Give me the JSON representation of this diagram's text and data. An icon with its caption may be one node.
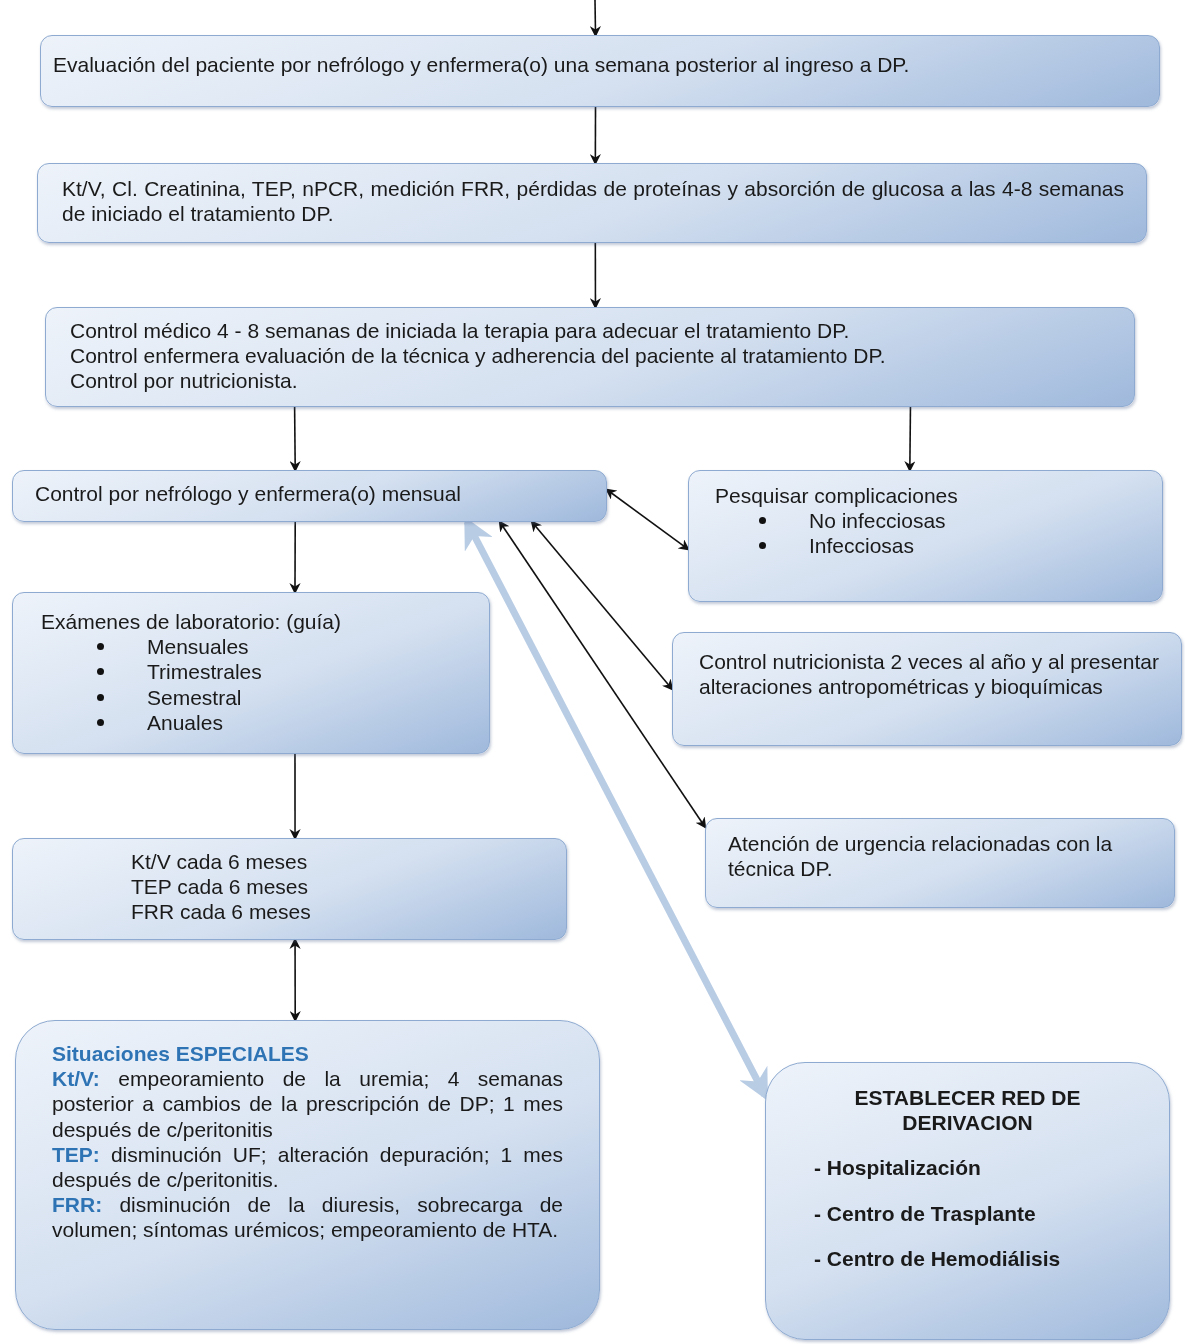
{
  "diagram": {
    "nodes": [
      {
        "text": [
          "Evaluación del paciente por nefrólogo y enfermera(o) una semana posterior al ingreso a DP."
        ]
      },
      {
        "text": [
          "Kt/V, Cl. Creatinina, TEP, nPCR, medición FRR, pérdidas de proteínas y absorción de glucosa a las 4-8 semanas de iniciado el tratamiento DP."
        ]
      },
      {
        "text": [
          "Control médico 4 - 8 semanas de iniciada la terapia  para adecuar el tratamiento DP.",
          "Control enfermera  evaluación de la técnica y adherencia del paciente al tratamiento DP.",
          "Control por nutricionista."
        ]
      },
      {
        "text": [
          "Control por nefrólogo y enfermera(o) mensual"
        ]
      },
      {
        "text": [
          "Pesquisar  complicaciones",
          "No infecciosas",
          "Infecciosas"
        ]
      },
      {
        "text": [
          "Exámenes de laboratorio: (guía)",
          "Mensuales",
          "Trimestrales",
          "Semestral",
          "Anuales"
        ]
      },
      {
        "text": [
          "Control nutricionista 2 veces al año y al presentar alteraciones antropométricas y bioquímicas"
        ]
      },
      {
        "text": [
          "Kt/V cada 6 meses",
          "TEP cada 6 meses",
          "FRR cada 6 meses"
        ]
      },
      {
        "text": [
          "Atención de urgencia relacionadas con la técnica DP."
        ]
      },
      {
        "text": [
          "Situaciones ESPECIALES",
          "**Kt/V:** empeoramiento de la uremia; 4 semanas posterior a cambios de la prescripción de DP; 1 mes después de c/peritonitis",
          "**TEP:** disminución UF; alteración depuración; 1 mes después de c/peritonitis.",
          "**FRR:** disminución de la diuresis, sobrecarga de volumen; síntomas urémicos; empeoramiento de HTA."
        ]
      },
      {
        "text": [
          "ESTABLECER RED DE DERIVACION",
          "- Hospitalización",
          "- Centro de Trasplante",
          "- Centro de Hemodiálisis"
        ]
      }
    ],
    "edges": [
      {
        "from": null,
        "to": 0,
        "arrow": "to"
      },
      {
        "from": 0,
        "to": 1,
        "arrow": "to"
      },
      {
        "from": 1,
        "to": 2,
        "arrow": "to"
      },
      {
        "from": 2,
        "to": 3,
        "arrow": "to"
      },
      {
        "from": 2,
        "to": 4,
        "arrow": "to"
      },
      {
        "from": 3,
        "to": 4,
        "arrow": "both"
      },
      {
        "from": 3,
        "to": 6,
        "arrow": "both"
      },
      {
        "from": 3,
        "to": 8,
        "arrow": "both"
      },
      {
        "from": 3,
        "to": 5,
        "arrow": "to"
      },
      {
        "from": 5,
        "to": 7,
        "arrow": "to"
      },
      {
        "from": 7,
        "to": 9,
        "arrow": "both"
      },
      {
        "from": 10,
        "to": 3,
        "arrow": "both",
        "style": "thick",
        "color": "#b8cce4"
      }
    ]
  }
}
